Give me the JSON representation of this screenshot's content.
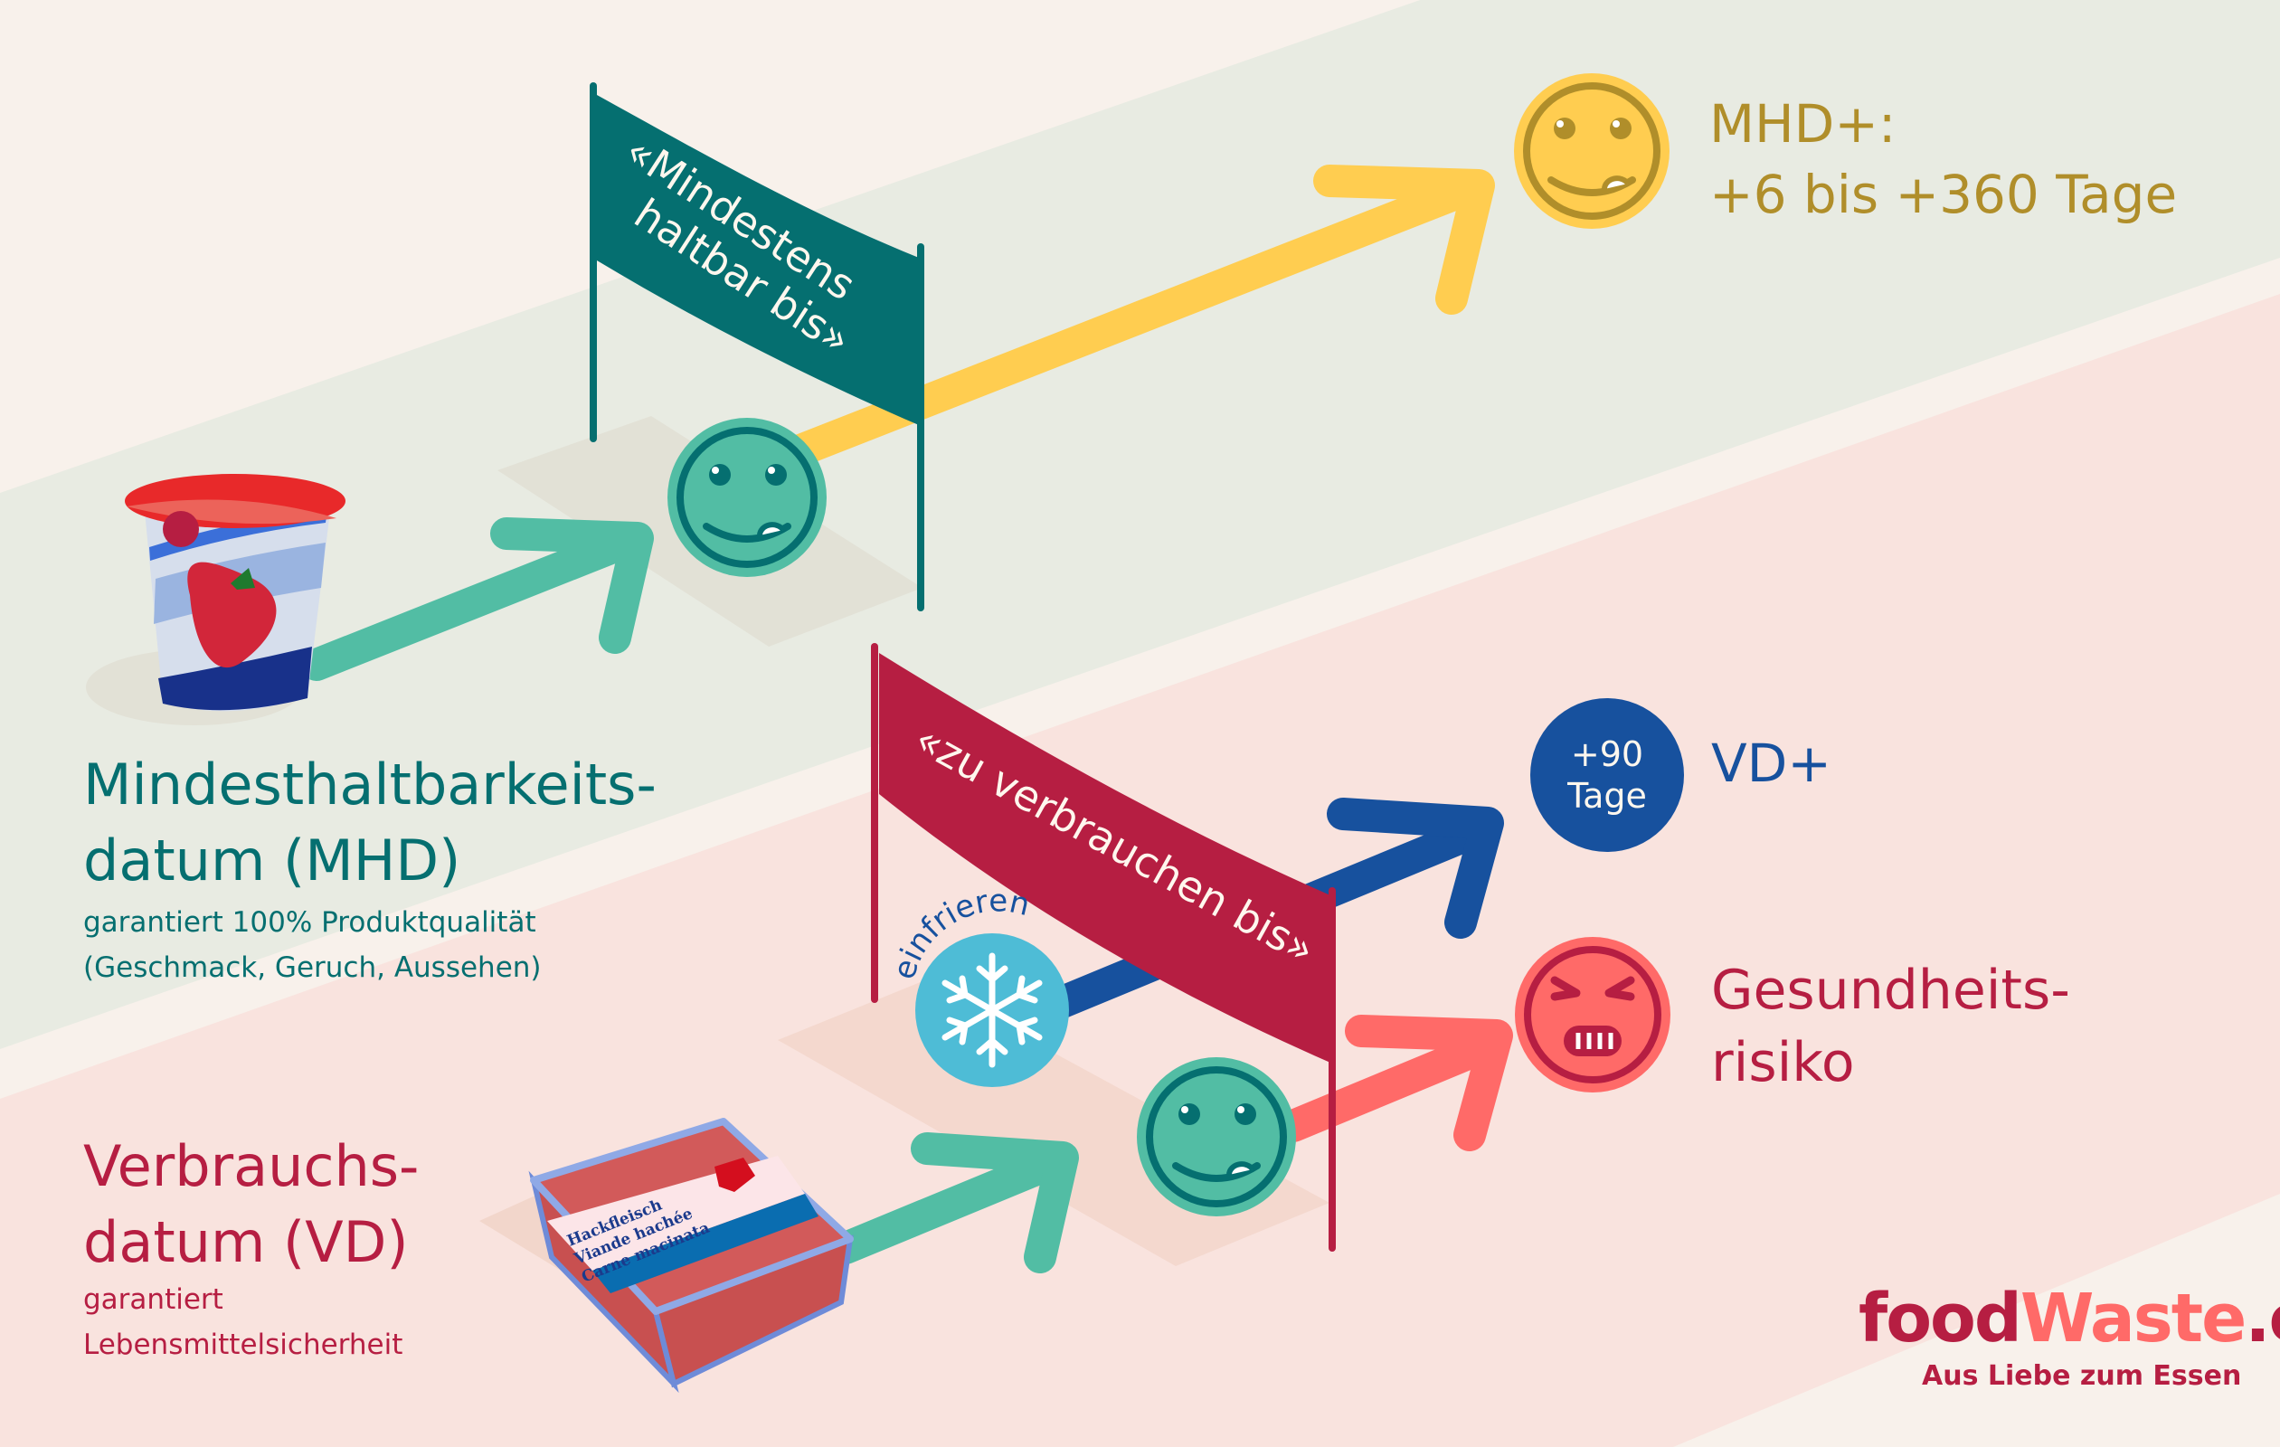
{
  "infographic": {
    "mhd": {
      "title_line1": "Mindesthaltbarkeits-",
      "title_line2": "datum (MHD)",
      "subtitle_line1": "garantiert 100% Produktqualität",
      "subtitle_line2": "(Geschmack, Geruch, Aussehen)",
      "banner_line1": "«Mindestens",
      "banner_line2": "haltbar bis»",
      "result_line1": "MHD+:",
      "result_line2": "+6 bis +360 Tage",
      "product": "strawberry-yogurt-cup",
      "colors": {
        "text": "#056F70",
        "arrow_before": "#52BDA4",
        "arrow_after": "#FFCD50",
        "result": "#B08E2A"
      }
    },
    "vd": {
      "title_line1": "Verbrauchs-",
      "title_line2": "datum (VD)",
      "subtitle_line1": "garantiert",
      "subtitle_line2": "Lebensmittelsicherheit",
      "banner_text": "«zu verbrauchen bis»",
      "freeze_label": "einfrieren",
      "freeze_result_badge_line1": "+90",
      "freeze_result_badge_line2": "Tage",
      "freeze_result": "VD+",
      "risk_line1": "Gesundheits-",
      "risk_line2": "risiko",
      "product": "minced-meat-tray",
      "package_label": [
        "Hackfleisch",
        "Viande hachée",
        "Carne macinata"
      ],
      "colors": {
        "text": "#B61E42",
        "arrow_before": "#52BDA4",
        "arrow_freeze": "#17519E",
        "arrow_risk": "#FF6A68",
        "freeze_circle": "#4EBCD6"
      }
    }
  },
  "logo": {
    "part1": "food",
    "part2": "Waste",
    "part3": ".ch",
    "tagline": "Aus Liebe zum Essen"
  },
  "colors": {
    "background": "#F8F1EB",
    "band_green": "#E8EBE2",
    "band_pink": "#F9E3DE",
    "teal_dark": "#056F70",
    "crimson": "#B61E42"
  }
}
